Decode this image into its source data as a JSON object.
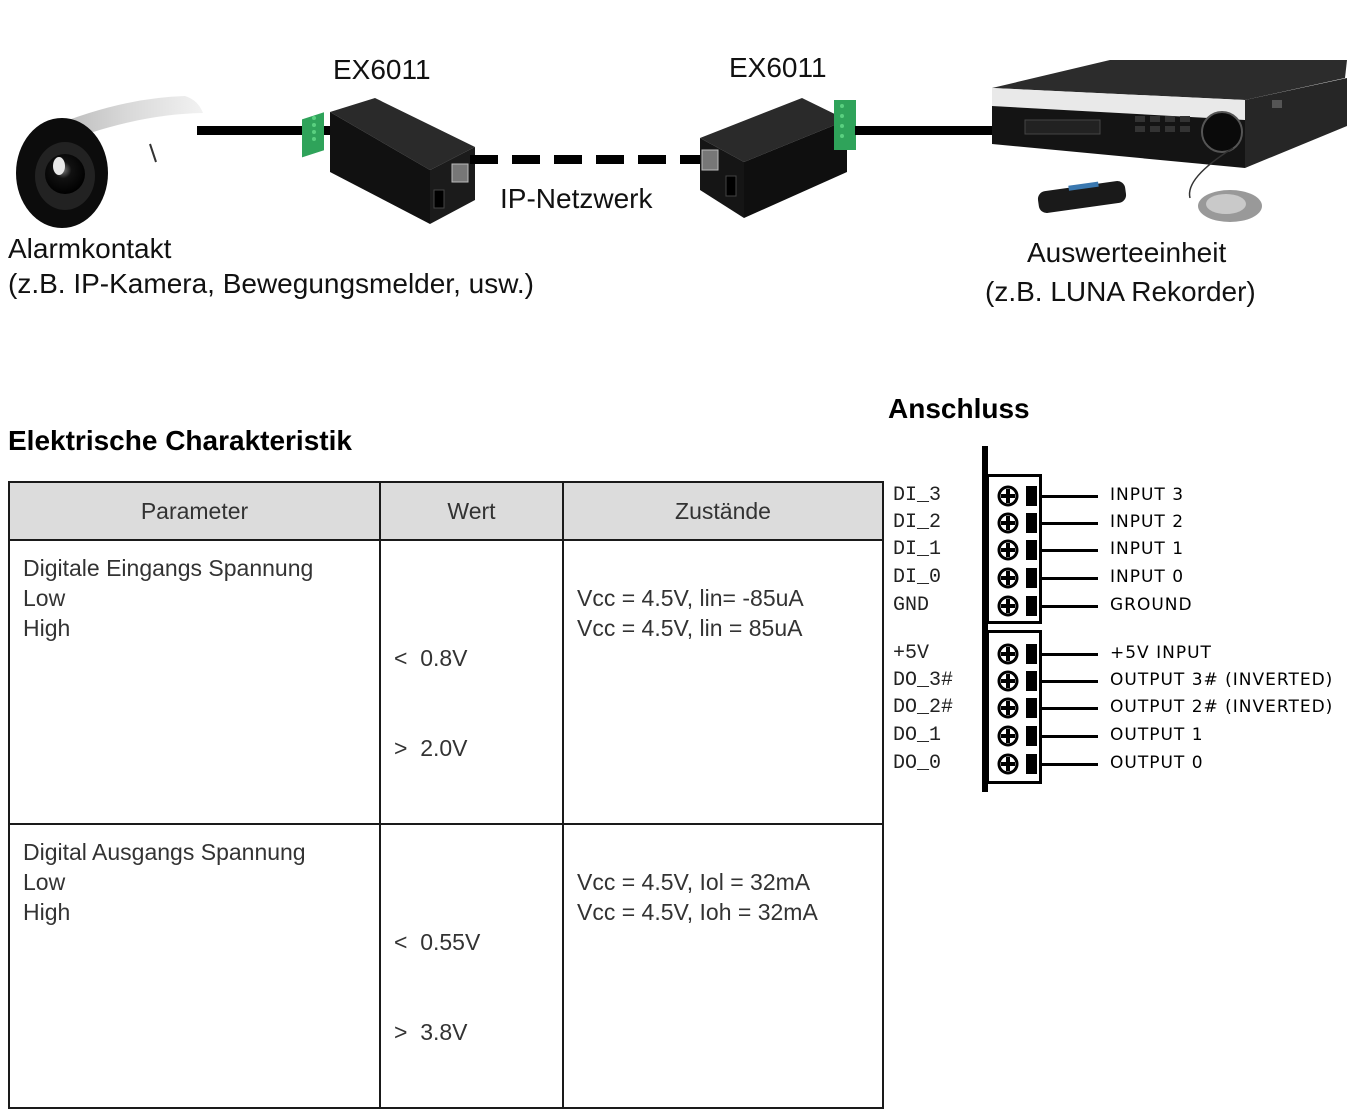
{
  "diagram": {
    "devices": {
      "camera": {
        "icon": "ip-camera-icon",
        "label_line1": "Alarmkontakt",
        "label_line2": "(z.B. IP-Kamera, Bewegungsmelder, usw.)"
      },
      "converter_left": {
        "icon": "ex6011-device-icon",
        "label": "EX6011"
      },
      "converter_right": {
        "icon": "ex6011-device-icon",
        "label": "EX6011"
      },
      "recorder": {
        "icon": "dvr-recorder-icon",
        "label_line1": "Auswerteeinheit",
        "label_line2": "(z.B. LUNA Rekorder)"
      }
    },
    "network_label": "IP-Netzwerk"
  },
  "electrical": {
    "title": "Elektrische Charakteristik",
    "headers": [
      "Parameter",
      "Wert",
      "Zustände"
    ],
    "rows": [
      {
        "param_title": "Digitale Eingangs Spannung",
        "low_label": "Low",
        "high_label": "High",
        "low_value": "<  0.8V",
        "high_value": ">  2.0V",
        "low_cond": "Vcc = 4.5V, lin= -85uA",
        "high_cond": "Vcc = 4.5V, lin = 85uA"
      },
      {
        "param_title": "Digital Ausgangs Spannung",
        "low_label": "Low",
        "high_label": "High",
        "low_value": "<  0.55V",
        "high_value": ">  3.8V",
        "low_cond": "Vcc = 4.5V, Iol = 32mA",
        "high_cond": "Vcc = 4.5V, Ioh = 32mA"
      }
    ]
  },
  "connection": {
    "title": "Anschluss",
    "pins": [
      {
        "pin": "DI_3",
        "desc": "INPUT 3"
      },
      {
        "pin": "DI_2",
        "desc": "INPUT 2"
      },
      {
        "pin": "DI_1",
        "desc": "INPUT 1"
      },
      {
        "pin": "DI_0",
        "desc": "INPUT 0"
      },
      {
        "pin": "GND",
        "desc": "GROUND"
      },
      {
        "pin": "+5V",
        "desc": "+5V INPUT"
      },
      {
        "pin": "DO_3#",
        "desc": "OUTPUT 3# (INVERTED)"
      },
      {
        "pin": "DO_2#",
        "desc": "OUTPUT 2# (INVERTED)"
      },
      {
        "pin": "DO_1",
        "desc": "OUTPUT 1"
      },
      {
        "pin": "DO_0",
        "desc": "OUTPUT 0"
      }
    ]
  }
}
